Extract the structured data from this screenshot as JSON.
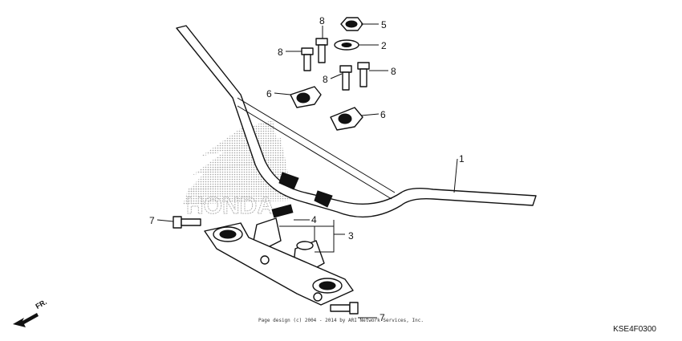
{
  "diagram": {
    "code": "KSE4F0300",
    "copyright": "Page design (c) 2004 - 2014 by ARI Network Services, Inc.",
    "direction_label": "FR.",
    "watermark": "HONDA",
    "callouts": [
      {
        "id": "c-1",
        "number": "1",
        "part": "handlebar"
      },
      {
        "id": "c-2",
        "number": "2",
        "part": "washer"
      },
      {
        "id": "c-3",
        "number": "3",
        "part": "top-bridge-assembly"
      },
      {
        "id": "c-4",
        "number": "4",
        "part": "handlebar-lower-holder"
      },
      {
        "id": "c-5",
        "number": "5",
        "part": "nut"
      },
      {
        "id": "c-6a",
        "number": "6",
        "part": "handlebar-upper-holder"
      },
      {
        "id": "c-6b",
        "number": "6",
        "part": "handlebar-upper-holder"
      },
      {
        "id": "c-7a",
        "number": "7",
        "part": "bolt"
      },
      {
        "id": "c-7b",
        "number": "7",
        "part": "bolt"
      },
      {
        "id": "c-8a",
        "number": "8",
        "part": "bolt"
      },
      {
        "id": "c-8b",
        "number": "8",
        "part": "bolt"
      },
      {
        "id": "c-8c",
        "number": "8",
        "part": "bolt"
      },
      {
        "id": "c-8d",
        "number": "8",
        "part": "bolt"
      }
    ]
  }
}
